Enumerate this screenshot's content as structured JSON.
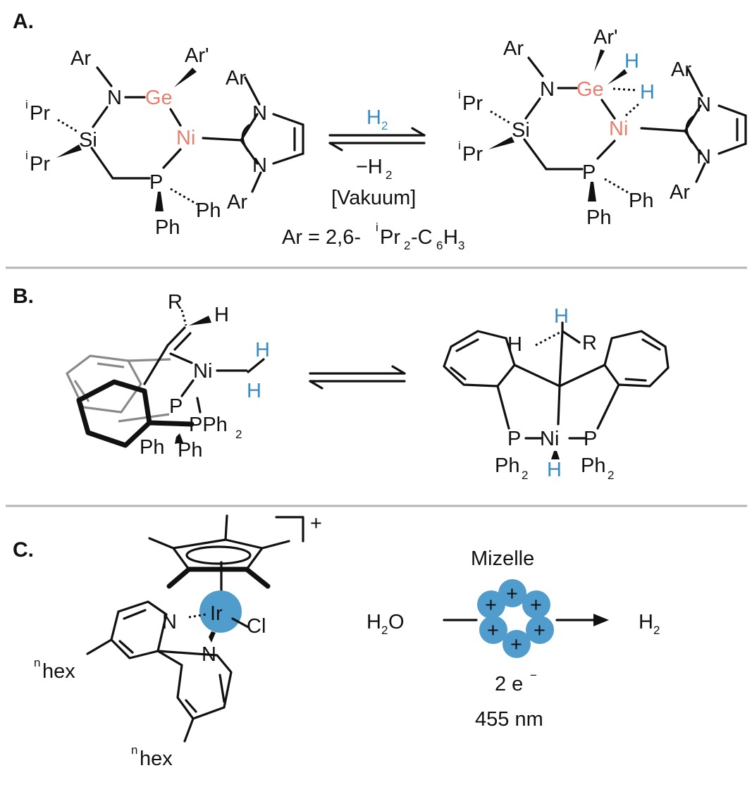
{
  "panels": {
    "a": {
      "label": "A.",
      "ar": "Ar",
      "ar_prime": "Ar'",
      "n": "N",
      "ge": "Ge",
      "ni": "Ni",
      "si": "Si",
      "p": "P",
      "ph": "Ph",
      "ipr_sup": "i",
      "ipr": "Pr",
      "h": "H",
      "h2_forward": "H",
      "h2_sub": "2",
      "h2_back_minus": "−H",
      "h2_back_sub": "2",
      "vacuum": "[Vakuum]",
      "ar_def_prefix": "Ar = 2,6-",
      "ar_def_i": "i",
      "ar_def_pr": "Pr",
      "ar_def_sub2": "2",
      "ar_def_c": "-C",
      "ar_def_sub6": "6",
      "ar_def_h": "H",
      "ar_def_sub3": "3"
    },
    "b": {
      "label": "B.",
      "r": "R",
      "h": "H",
      "ni": "Ni",
      "p": "P",
      "pph": "PPh",
      "ph": "Ph",
      "sub2": "2"
    },
    "c": {
      "label": "C.",
      "plus": "+",
      "ir": "Ir",
      "n": "N",
      "cl": "Cl",
      "n_sup": "n",
      "hex": "hex",
      "mizelle": "Mizelle",
      "h2o_h": "H",
      "h2o_sub": "2",
      "h2o_o": "O",
      "h2_h": "H",
      "h2_sub": "2",
      "electrons": "2 e",
      "electrons_sup": "−",
      "wavelength": "455 nm"
    }
  },
  "colors": {
    "germanium": "#e8806f",
    "nickel": "#e8806f",
    "hydrogen": "#3a8bbf",
    "iridium_ball": "#4f9ccd",
    "micelle_ball": "#4f9ccd",
    "separator": "#b5b5b5"
  }
}
